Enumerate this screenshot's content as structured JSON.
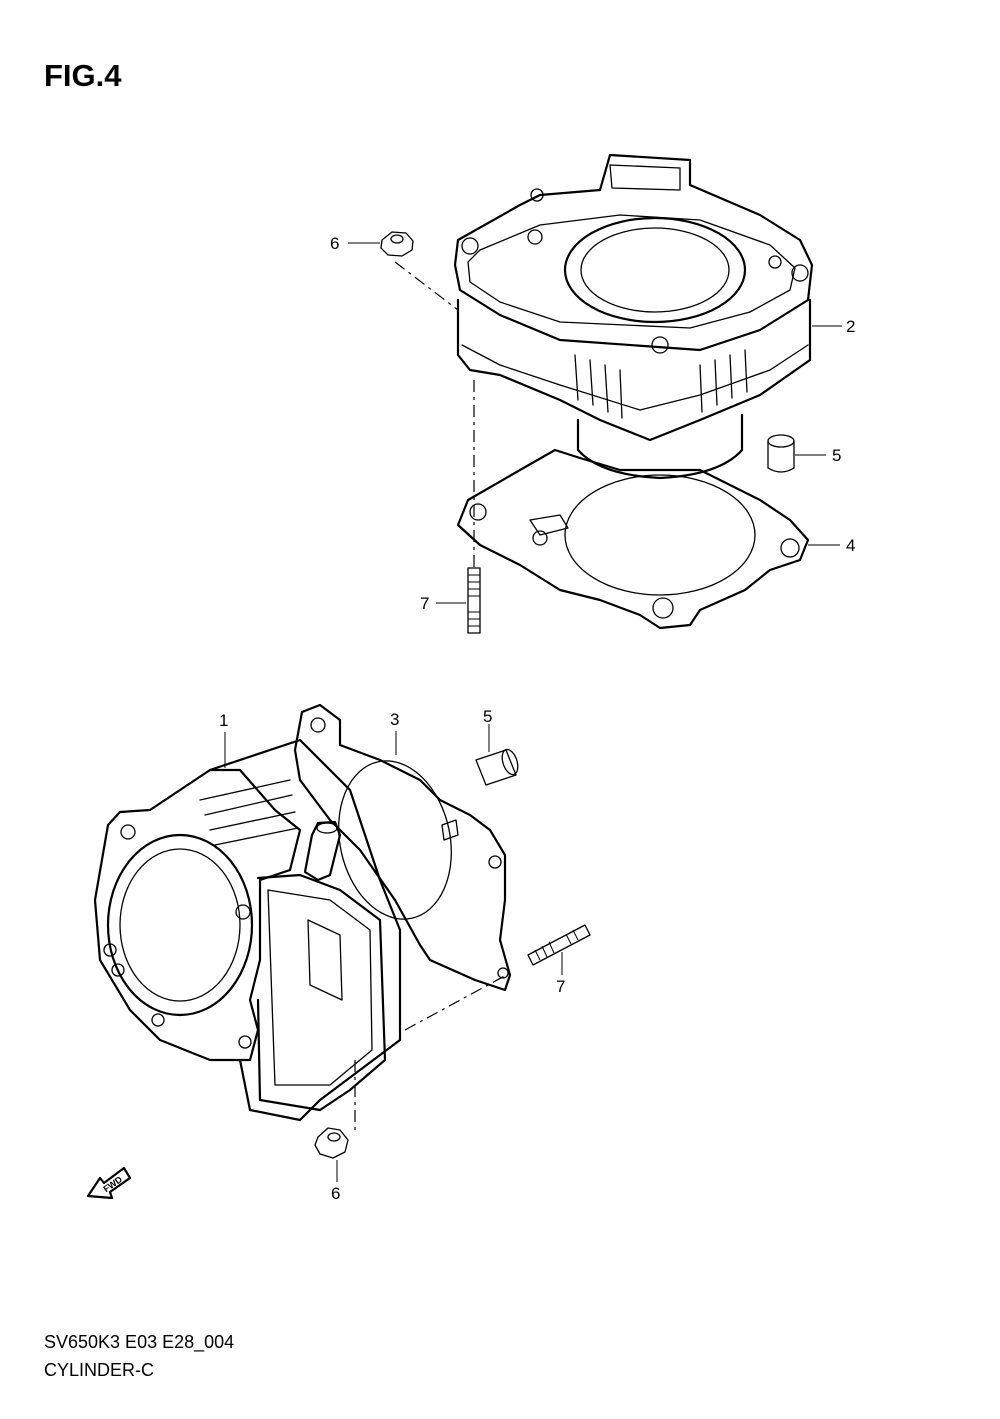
{
  "figure": {
    "title": "FIG.4"
  },
  "footer": {
    "code": "SV650K3 E03 E28_004",
    "name": "CYLINDER-C"
  },
  "callouts": {
    "c1": "1",
    "c2": "2",
    "c3": "3",
    "c4": "4",
    "c5_top": "5",
    "c5_bottom": "5",
    "c6_top": "6",
    "c6_bottom": "6",
    "c7_top": "7",
    "c7_bottom": "7"
  },
  "fwd_arrow": {
    "label": "FWD"
  }
}
